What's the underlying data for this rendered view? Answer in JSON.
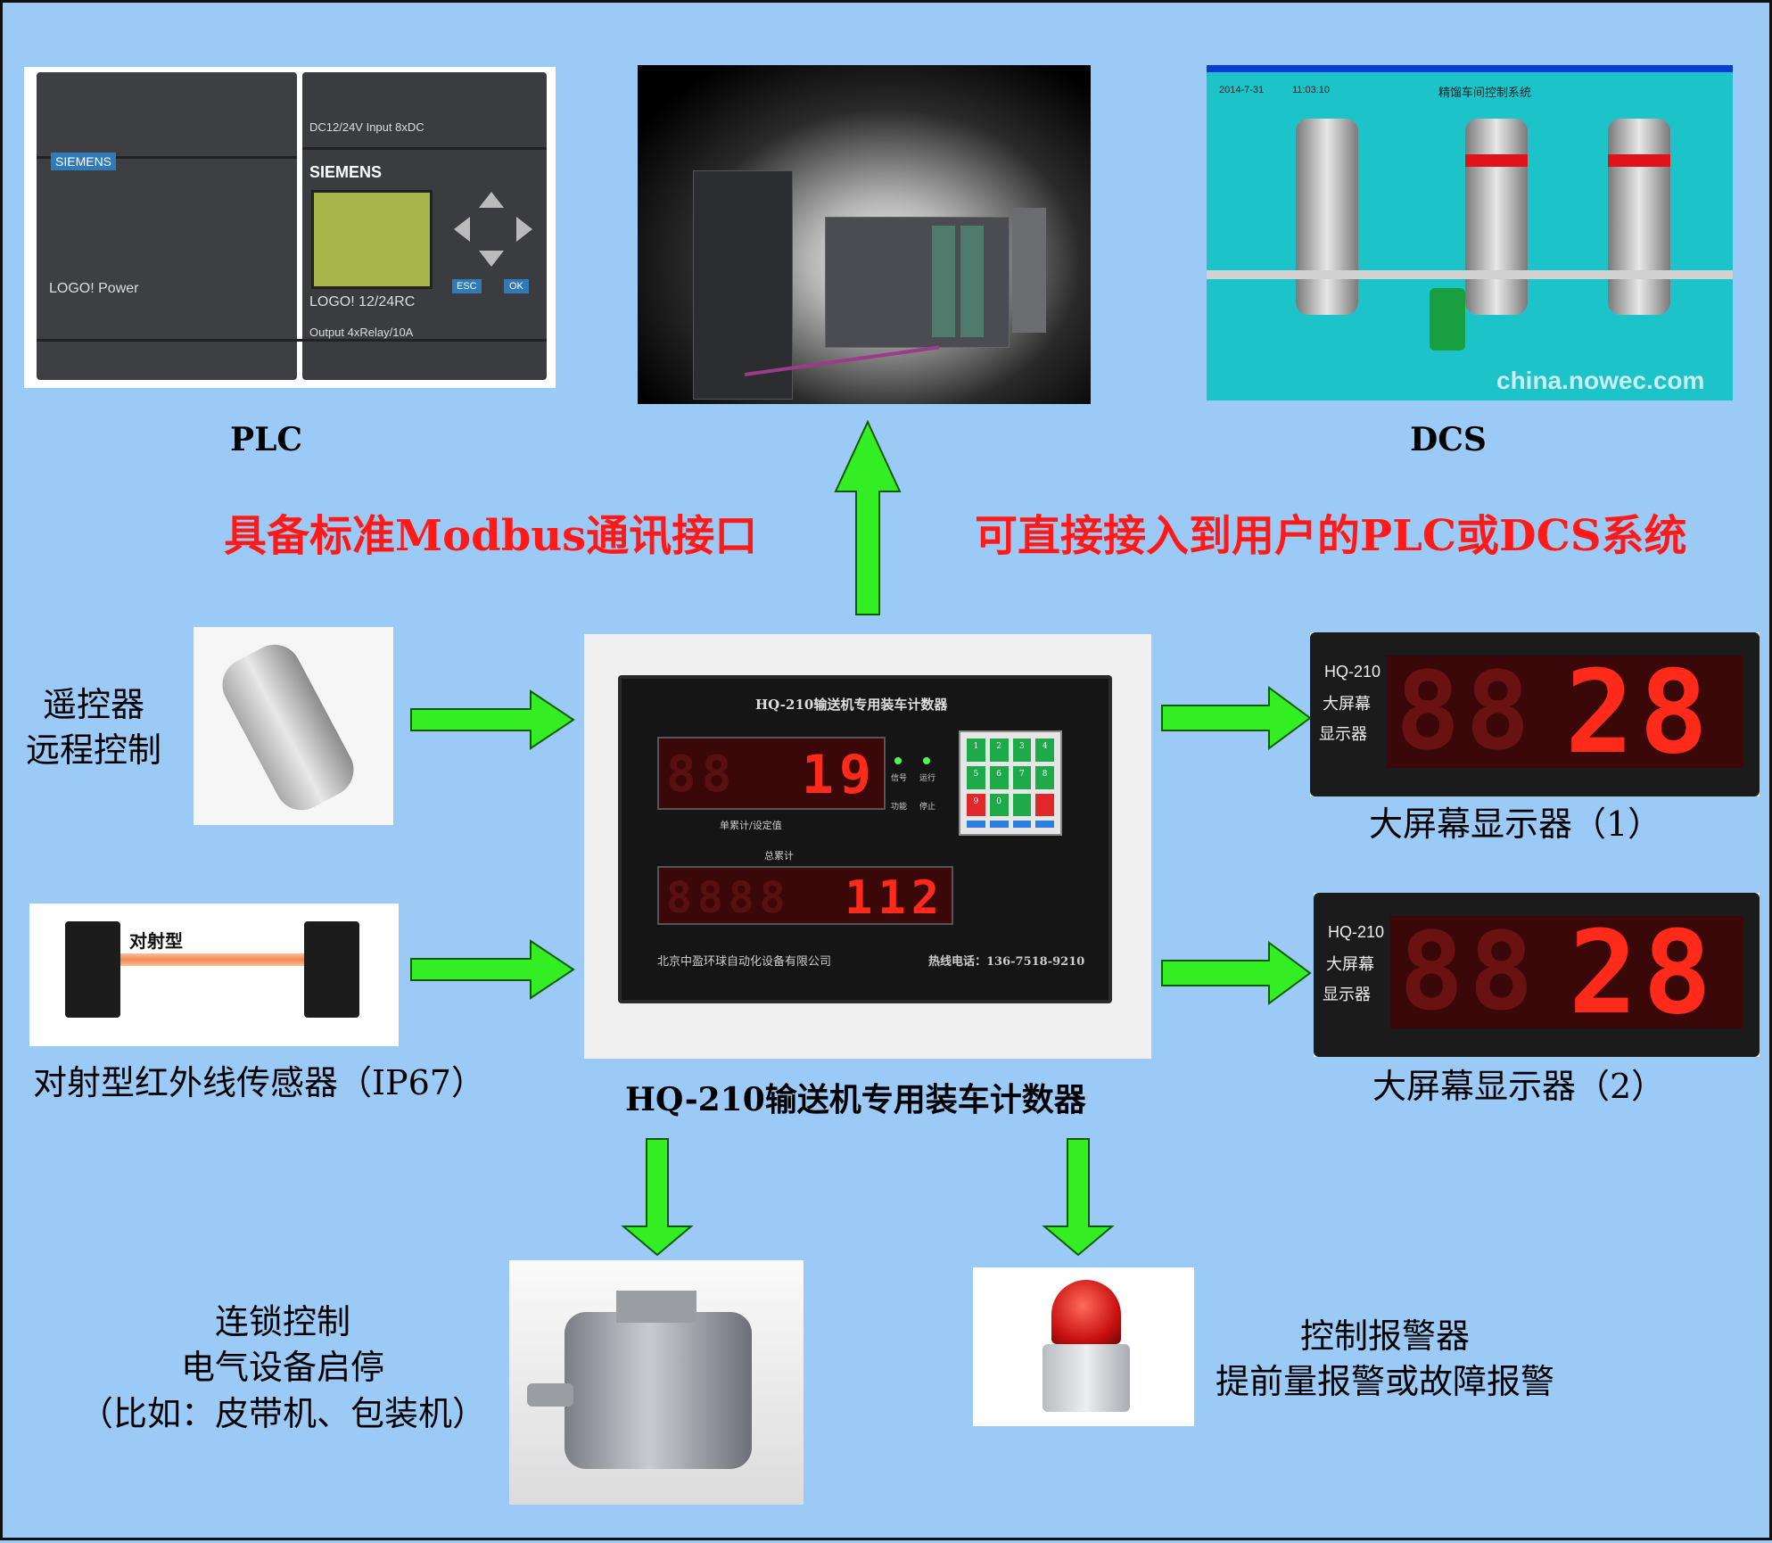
{
  "labels": {
    "plc": "PLC",
    "dcs": "DCS",
    "modbus": "具备标准Modbus通讯接口",
    "direct_connect": "可直接接入到用户的PLC或DCS系统",
    "remote_line1": "遥控器",
    "remote_line2": "远程控制",
    "sensor": "对射型红外线传感器（IP67）",
    "counter": "HQ-210输送机专用装车计数器",
    "display1": "大屏幕显示器（1）",
    "display2": "大屏幕显示器（2）",
    "interlock_line1": "连锁控制",
    "interlock_line2": "电气设备启停",
    "interlock_line3": "（比如：皮带机、包装机）",
    "alarm_line1": "控制报警器",
    "alarm_line2": "提前量报警或故障报警"
  },
  "counter_device": {
    "title": "HQ-210输送机专用装车计数器",
    "upper_value": "19",
    "upper_caption": "单累计/设定值",
    "lower_value": "112",
    "lower_caption": "总累计",
    "signal_label": "信号",
    "run_label": "运行",
    "function_label": "功能",
    "stop_label": "停止",
    "company": "北京中盈环球自动化设备有限公司",
    "hotline": "热线电话：136-7518-9210",
    "keypad": [
      "1",
      "2",
      "3",
      "4",
      "5",
      "6",
      "7",
      "8",
      "9",
      "0",
      "",
      ""
    ]
  },
  "big_display": {
    "model": "HQ-210",
    "line1": "大屏幕",
    "line2": "显示器",
    "value": "28"
  },
  "plc_photo": {
    "left_brand": "SIEMENS",
    "left_name": "LOGO! Power",
    "right_brand": "SIEMENS",
    "right_name": "LOGO! 12/24RC",
    "right_spec": "DC12/24V  Input 8xDC",
    "right_output": "Output 4xRelay/10A",
    "esc": "ESC",
    "ok": "OK"
  },
  "dcs_photo": {
    "date": "2014-7-31",
    "time": "11:03:10",
    "title": "精馏车间控制系统",
    "watermark": "china.nowec.com"
  },
  "sensor_photo": {
    "tag": "对射型"
  },
  "colors": {
    "background": "#9ccaf6",
    "arrow": "#33ee22",
    "heading_red": "#ff1a1a",
    "segment_red": "#ff2a1a"
  }
}
